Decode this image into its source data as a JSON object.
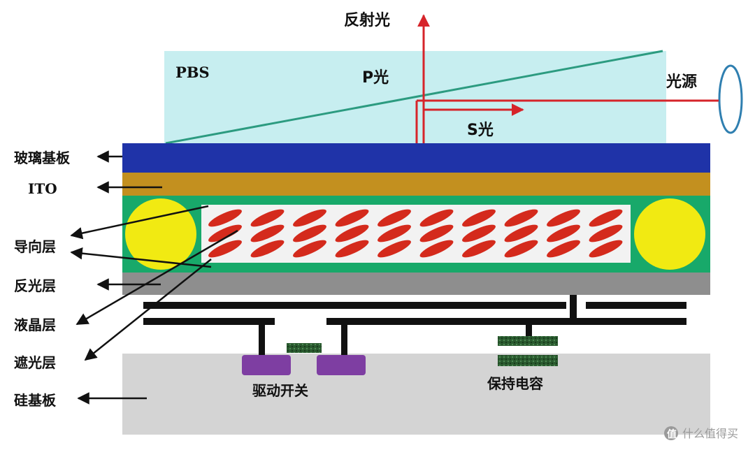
{
  "labels": {
    "pbs": "PBS",
    "reflected_light": "反射光",
    "p_light": "P光",
    "s_light": "S光",
    "light_source": "光源",
    "glass_substrate": "玻璃基板",
    "ito": "ITO",
    "alignment_layer": "导向层",
    "alignment_layer_2": "导向层",
    "reflective_layer": "反光层",
    "liquid_crystal_layer": "液晶层",
    "light_shield_layer": "遮光层",
    "silicon_substrate": "硅基板",
    "drive_switch": "驱动开关",
    "storage_capacitor": "保持电容"
  },
  "watermark": {
    "text": "什么值得买"
  },
  "colors": {
    "pbs_fill": "#c7eef0",
    "glass": "#1f33a8",
    "ito": "#c3901f",
    "green_frame": "#18a96a",
    "lc_bg": "#f2f2f2",
    "lc_molecule": "#d42a1c",
    "spacer": "#f1ea12",
    "reflective": "#8e8e8e",
    "silicon": "#d4d4d4",
    "metal": "#111111",
    "switch_pad": "#7e3ea2",
    "capacitor": "#2a5a2f",
    "beam": "#d6242a",
    "pbs_line": "#2c9b80",
    "source": "#2f7fb0"
  }
}
